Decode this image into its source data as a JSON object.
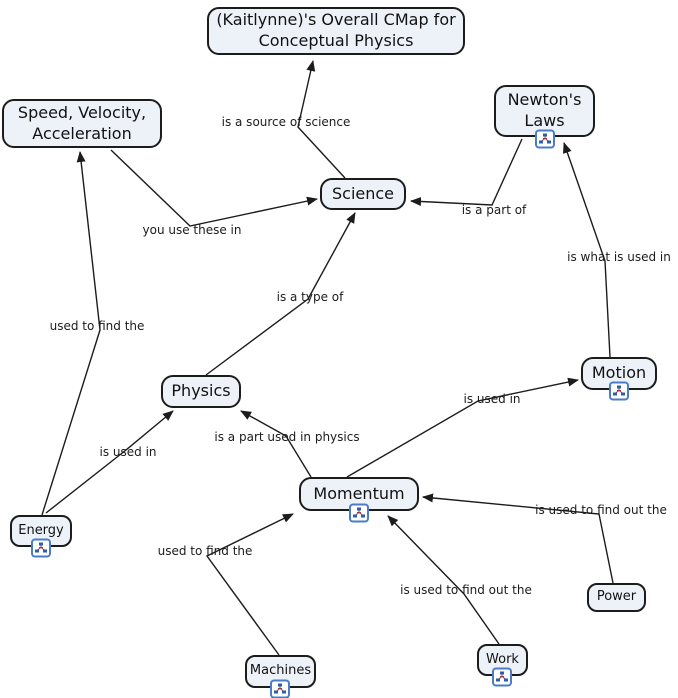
{
  "concepts": {
    "title": "(Kaitlynne)'s Overall CMap for Conceptual Physics",
    "speed_velocity_acceleration": "Speed, Velocity, Acceleration",
    "newtons_laws": "Newton's Laws",
    "science": "Science",
    "physics": "Physics",
    "motion": "Motion",
    "momentum": "Momentum",
    "energy": "Energy",
    "power": "Power",
    "machines": "Machines",
    "work": "Work"
  },
  "linking_phrases": {
    "science_source": "is a source of science",
    "you_use_these_in": "you use these in",
    "is_a_part_of": "is a part of",
    "is_what_is_used_in": "is what is used in",
    "is_a_type_of": "is a type of",
    "used_to_find_the_left": "used to find the",
    "is_used_in_energy_physics": "is used in",
    "is_a_part_used_in_physics": "is a part used in physics",
    "is_used_in_momentum_motion": "is used in",
    "is_used_to_find_out_the_power": "is used to find out the",
    "used_to_find_the_machines": "used to find the",
    "is_used_to_find_out_the_work": "is used to find out the"
  },
  "connections": [
    {
      "from": "science",
      "phrase": "science_source",
      "to": "title"
    },
    {
      "from": "speed_velocity_acceleration",
      "phrase": "you_use_these_in",
      "to": "science"
    },
    {
      "from": "energy",
      "phrase": "used_to_find_the_left",
      "to": "speed_velocity_acceleration"
    },
    {
      "from": "newtons_laws",
      "phrase": "is_a_part_of",
      "to": "science"
    },
    {
      "from": "motion",
      "phrase": "is_what_is_used_in",
      "to": "newtons_laws"
    },
    {
      "from": "physics",
      "phrase": "is_a_type_of",
      "to": "science"
    },
    {
      "from": "energy",
      "phrase": "is_used_in_energy_physics",
      "to": "physics"
    },
    {
      "from": "momentum",
      "phrase": "is_a_part_used_in_physics",
      "to": "physics"
    },
    {
      "from": "momentum",
      "phrase": "is_used_in_momentum_motion",
      "to": "motion"
    },
    {
      "from": "power",
      "phrase": "is_used_to_find_out_the_power",
      "to": "momentum"
    },
    {
      "from": "machines",
      "phrase": "used_to_find_the_machines",
      "to": "momentum"
    },
    {
      "from": "work",
      "phrase": "is_used_to_find_out_the_work",
      "to": "momentum"
    }
  ],
  "concepts_with_resource_icon": [
    "newtons_laws",
    "motion",
    "momentum",
    "energy",
    "machines",
    "work"
  ],
  "icons": {
    "resource_icon": "cmap-resource-link-icon"
  },
  "colors": {
    "background": "#ffffff",
    "concept_fill": "#edf2f8",
    "concept_border": "#1c1c1c",
    "line": "#1c1c1c",
    "resource_icon_border": "#4a7cc7",
    "resource_icon_node": "#2b5fae",
    "resource_icon_link": "#a03b3b"
  }
}
